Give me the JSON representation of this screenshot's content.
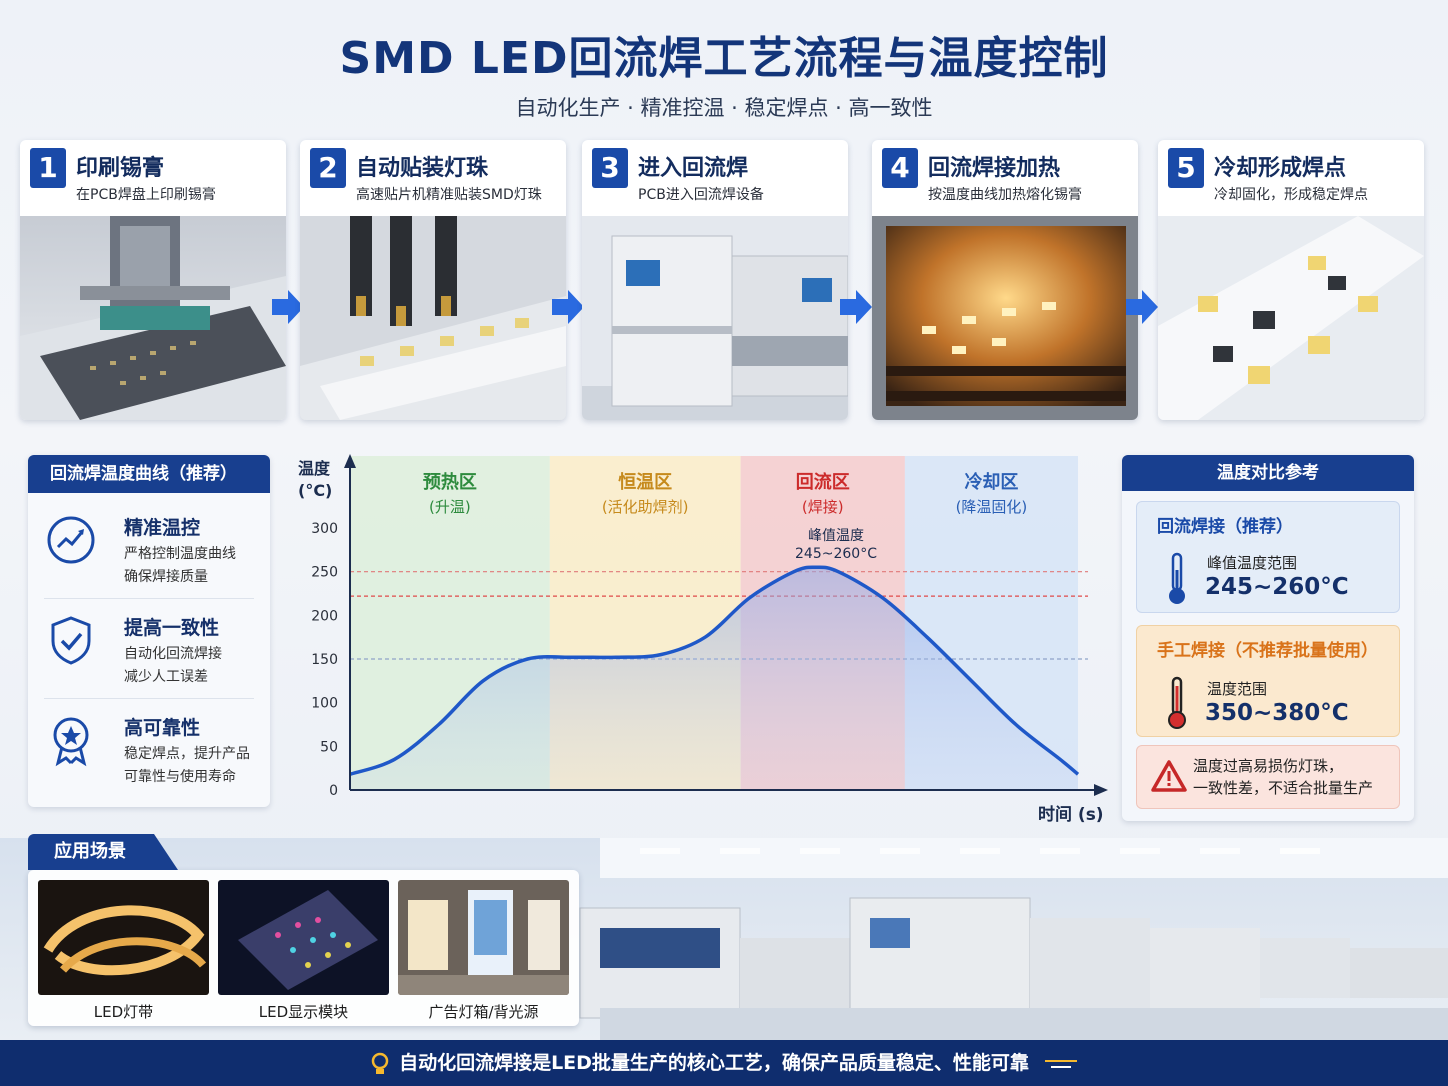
{
  "header": {
    "title": "SMD LED回流焊工艺流程与温度控制",
    "subtitle": "自动化生产 · 精准控温 · 稳定焊点 · 高一致性"
  },
  "steps": [
    {
      "num": "1",
      "title": "印刷锡膏",
      "desc": "在PCB焊盘上印刷锡膏"
    },
    {
      "num": "2",
      "title": "自动贴装灯珠",
      "desc": "高速贴片机精准贴装SMD灯珠"
    },
    {
      "num": "3",
      "title": "进入回流焊",
      "desc": "PCB进入回流焊设备"
    },
    {
      "num": "4",
      "title": "回流焊接加热",
      "desc": "按温度曲线加热熔化锡膏"
    },
    {
      "num": "5",
      "title": "冷却形成焊点",
      "desc": "冷却固化，形成稳定焊点"
    }
  ],
  "left_panel": {
    "title": "回流焊温度曲线（推荐）",
    "features": [
      {
        "title": "精准温控",
        "line1": "严格控制温度曲线",
        "line2": "确保焊接质量"
      },
      {
        "title": "提高一致性",
        "line1": "自动化回流焊接",
        "line2": "减少人工误差"
      },
      {
        "title": "高可靠性",
        "line1": "稳定焊点，提升产品",
        "line2": "可靠性与使用寿命"
      }
    ]
  },
  "chart_data": {
    "type": "line",
    "ylabel_line1": "温度",
    "ylabel_line2": "(°C)",
    "xlabel": "时间 (s)",
    "ylim": [
      0,
      300
    ],
    "yticks": [
      "0",
      "50",
      "100",
      "150",
      "200",
      "250",
      "300"
    ],
    "grid": false,
    "zones": [
      {
        "name": "预热区",
        "sub": "(升温)",
        "color": "#2e8b3e"
      },
      {
        "name": "恒温区",
        "sub": "(活化助焊剂)",
        "color": "#c68a1c"
      },
      {
        "name": "回流区",
        "sub": "(焊接)",
        "color": "#cc2b2b"
      },
      {
        "name": "冷却区",
        "sub": "(降温固化)",
        "color": "#2a5fb5"
      }
    ],
    "reference_lines": [
      250,
      222,
      150
    ],
    "peak_label_line1": "峰值温度",
    "peak_label_line2": "245~260°C",
    "series": [
      {
        "values": [
          [
            0,
            18
          ],
          [
            10,
            35
          ],
          [
            20,
            75
          ],
          [
            30,
            125
          ],
          [
            40,
            150
          ],
          [
            50,
            152
          ],
          [
            60,
            152
          ],
          [
            70,
            155
          ],
          [
            80,
            175
          ],
          [
            90,
            220
          ],
          [
            100,
            250
          ],
          [
            105,
            255
          ],
          [
            110,
            250
          ],
          [
            120,
            220
          ],
          [
            130,
            175
          ],
          [
            140,
            125
          ],
          [
            150,
            75
          ],
          [
            160,
            35
          ],
          [
            164,
            18
          ]
        ]
      }
    ],
    "colors": {
      "line": "#1f58c8"
    }
  },
  "right_panel": {
    "title": "温度对比参考",
    "reflow": {
      "title": "回流焊接（推荐）",
      "label": "峰值温度范围",
      "value": "245~260°C"
    },
    "manual": {
      "title": "手工焊接（不推荐批量使用）",
      "label": "温度范围",
      "value": "350~380°C"
    },
    "warning": {
      "line1": "温度过高易损伤灯珠，",
      "line2": "一致性差，不适合批量生产"
    }
  },
  "applications": {
    "title": "应用场景",
    "items": [
      {
        "label": "LED灯带"
      },
      {
        "label": "LED显示模块"
      },
      {
        "label": "广告灯箱/背光源"
      }
    ]
  },
  "footer": {
    "text": "自动化回流焊接是LED批量生产的核心工艺，确保产品质量稳定、性能可靠"
  },
  "colors": {
    "primary": "#183f8f",
    "title": "#13357a",
    "orange": "#d9731a",
    "warning_red": "#c62828"
  }
}
